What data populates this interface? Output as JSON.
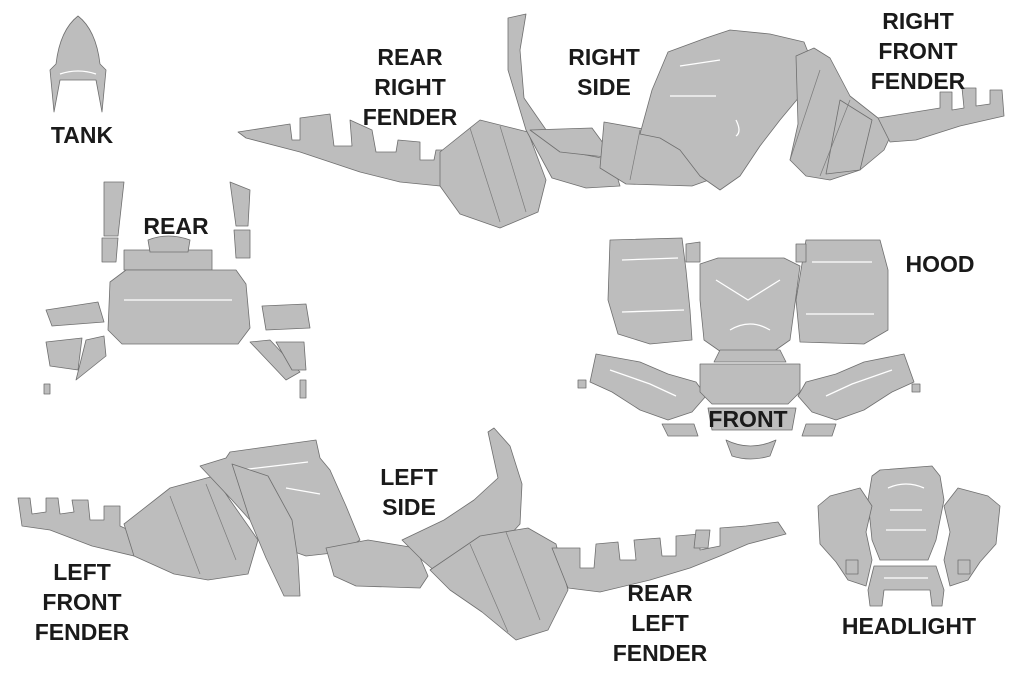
{
  "labels": {
    "tank": [
      "TANK"
    ],
    "rear": [
      "REAR"
    ],
    "rear_right_fender": [
      "REAR",
      "RIGHT",
      "FENDER"
    ],
    "right_side": [
      "RIGHT",
      "SIDE"
    ],
    "right_front_fender": [
      "RIGHT",
      "FRONT",
      "FENDER"
    ],
    "hood": [
      "HOOD"
    ],
    "front": [
      "FRONT"
    ],
    "left_side": [
      "LEFT",
      "SIDE"
    ],
    "left_front_fender": [
      "LEFT",
      "FRONT",
      "FENDER"
    ],
    "rear_left_fender": [
      "REAR",
      "LEFT",
      "FENDER"
    ],
    "headlight": [
      "HEADLIGHT"
    ]
  },
  "colors": {
    "piece_fill": "#bdbdbd",
    "piece_outline": "#6f6f6f",
    "label_text": "#1a1a1a",
    "background": "#ffffff"
  }
}
